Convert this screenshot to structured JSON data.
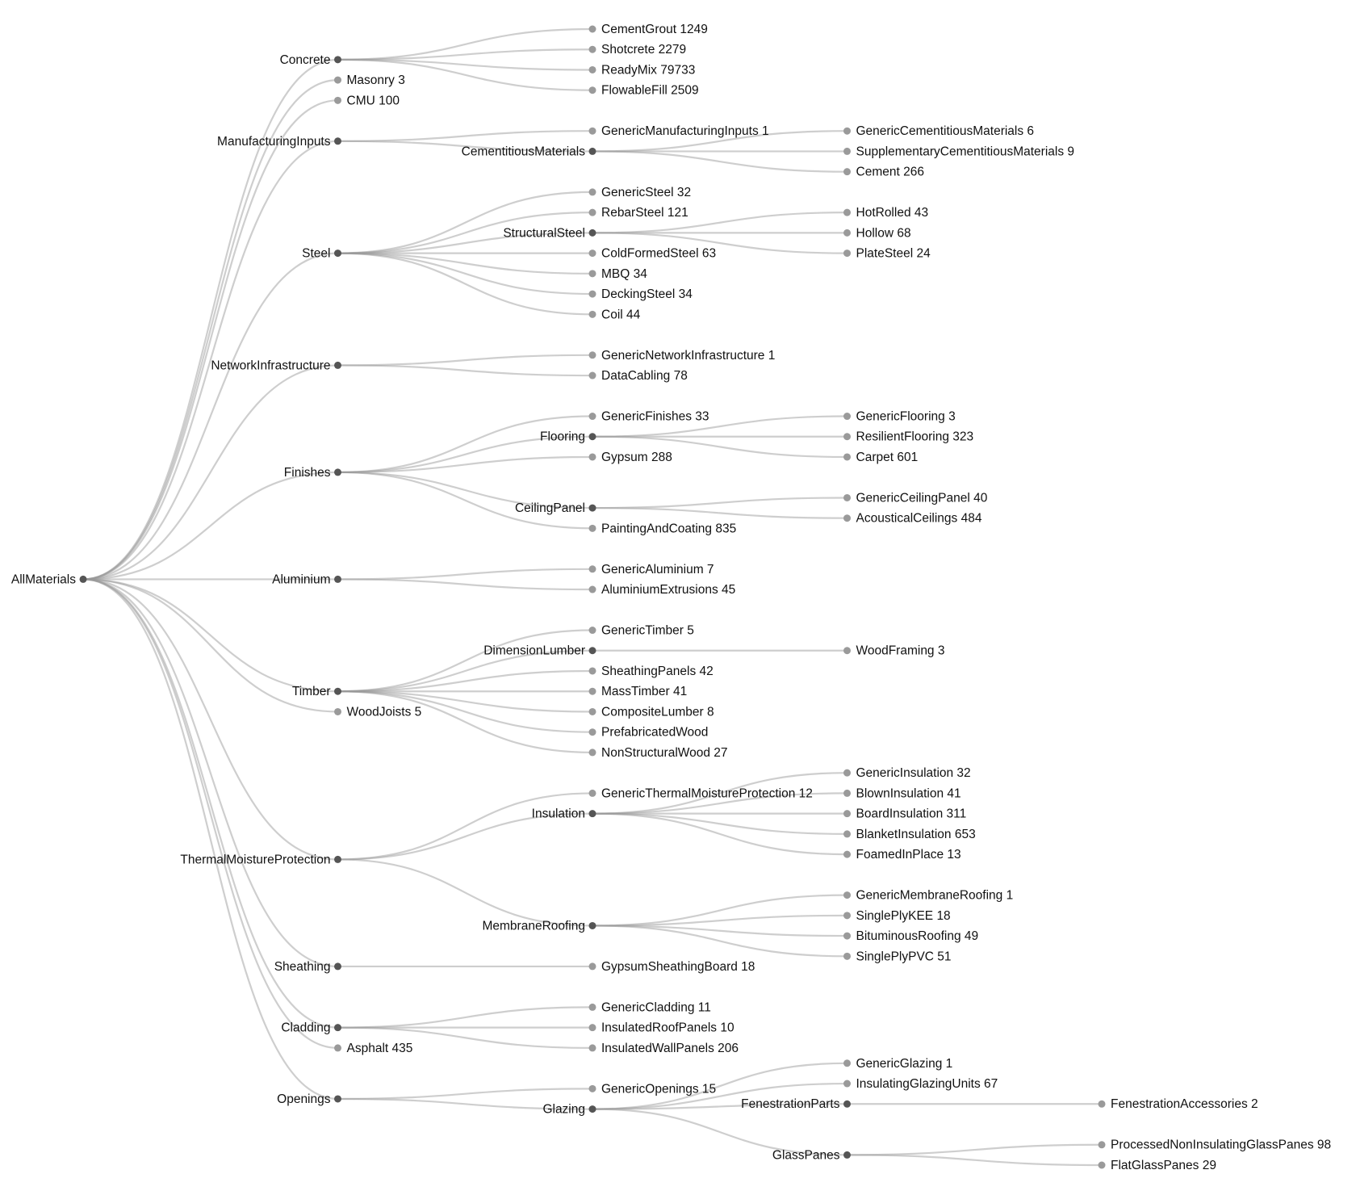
{
  "diagram": {
    "kind": "tidy-tree",
    "orientation": "horizontal",
    "root_label": "AllMaterials"
  },
  "style": {
    "background": "#ffffff",
    "link_color": "#999999",
    "link_opacity": 0.48,
    "link_width": 2.2,
    "internal_dot_color": "#555555",
    "leaf_dot_color": "#9a9a9a",
    "dot_radius": 4.5,
    "label_color": "#111111"
  },
  "tree": {
    "name": "AllMaterials",
    "children": [
      {
        "name": "Concrete",
        "children": [
          {
            "name": "CementGrout",
            "value": 1249
          },
          {
            "name": "Shotcrete",
            "value": 2279
          },
          {
            "name": "ReadyMix",
            "value": 79733
          },
          {
            "name": "FlowableFill",
            "value": 2509
          }
        ]
      },
      {
        "name": "Masonry",
        "value": 3
      },
      {
        "name": "CMU",
        "value": 100
      },
      {
        "name": "ManufacturingInputs",
        "children": [
          {
            "name": "GenericManufacturingInputs",
            "value": 1
          },
          {
            "name": "CementitiousMaterials",
            "children": [
              {
                "name": "GenericCementitiousMaterials",
                "value": 6
              },
              {
                "name": "SupplementaryCementitiousMaterials",
                "value": 9
              },
              {
                "name": "Cement",
                "value": 266
              }
            ]
          }
        ]
      },
      {
        "name": "Steel",
        "children": [
          {
            "name": "GenericSteel",
            "value": 32
          },
          {
            "name": "RebarSteel",
            "value": 121
          },
          {
            "name": "StructuralSteel",
            "children": [
              {
                "name": "HotRolled",
                "value": 43
              },
              {
                "name": "Hollow",
                "value": 68
              },
              {
                "name": "PlateSteel",
                "value": 24
              }
            ]
          },
          {
            "name": "ColdFormedSteel",
            "value": 63
          },
          {
            "name": "MBQ",
            "value": 34
          },
          {
            "name": "DeckingSteel",
            "value": 34
          },
          {
            "name": "Coil",
            "value": 44
          }
        ]
      },
      {
        "name": "NetworkInfrastructure",
        "children": [
          {
            "name": "GenericNetworkInfrastructure",
            "value": 1
          },
          {
            "name": "DataCabling",
            "value": 78
          }
        ]
      },
      {
        "name": "Finishes",
        "children": [
          {
            "name": "GenericFinishes",
            "value": 33
          },
          {
            "name": "Flooring",
            "children": [
              {
                "name": "GenericFlooring",
                "value": 3
              },
              {
                "name": "ResilientFlooring",
                "value": 323
              },
              {
                "name": "Carpet",
                "value": 601
              }
            ]
          },
          {
            "name": "Gypsum",
            "value": 288
          },
          {
            "name": "CeilingPanel",
            "children": [
              {
                "name": "GenericCeilingPanel",
                "value": 40
              },
              {
                "name": "AcousticalCeilings",
                "value": 484
              }
            ]
          },
          {
            "name": "PaintingAndCoating",
            "value": 835
          }
        ]
      },
      {
        "name": "Aluminium",
        "children": [
          {
            "name": "GenericAluminium",
            "value": 7
          },
          {
            "name": "AluminiumExtrusions",
            "value": 45
          }
        ]
      },
      {
        "name": "Timber",
        "children": [
          {
            "name": "GenericTimber",
            "value": 5
          },
          {
            "name": "DimensionLumber",
            "children": [
              {
                "name": "WoodFraming",
                "value": 3
              }
            ]
          },
          {
            "name": "SheathingPanels",
            "value": 42
          },
          {
            "name": "MassTimber",
            "value": 41
          },
          {
            "name": "CompositeLumber",
            "value": 8
          },
          {
            "name": "PrefabricatedWood"
          },
          {
            "name": "NonStructuralWood",
            "value": 27
          }
        ]
      },
      {
        "name": "WoodJoists",
        "value": 5
      },
      {
        "name": "ThermalMoistureProtection",
        "children": [
          {
            "name": "GenericThermalMoistureProtection",
            "value": 12
          },
          {
            "name": "Insulation",
            "children": [
              {
                "name": "GenericInsulation",
                "value": 32
              },
              {
                "name": "BlownInsulation",
                "value": 41
              },
              {
                "name": "BoardInsulation",
                "value": 311
              },
              {
                "name": "BlanketInsulation",
                "value": 653
              },
              {
                "name": "FoamedInPlace",
                "value": 13
              }
            ]
          },
          {
            "name": "MembraneRoofing",
            "children": [
              {
                "name": "GenericMembraneRoofing",
                "value": 1
              },
              {
                "name": "SinglePlyKEE",
                "value": 18
              },
              {
                "name": "BituminousRoofing",
                "value": 49
              },
              {
                "name": "SinglePlyPVC",
                "value": 51
              }
            ]
          }
        ]
      },
      {
        "name": "Sheathing",
        "children": [
          {
            "name": "GypsumSheathingBoard",
            "value": 18
          }
        ]
      },
      {
        "name": "Cladding",
        "children": [
          {
            "name": "GenericCladding",
            "value": 11
          },
          {
            "name": "InsulatedRoofPanels",
            "value": 10
          },
          {
            "name": "InsulatedWallPanels",
            "value": 206
          }
        ]
      },
      {
        "name": "Asphalt",
        "value": 435
      },
      {
        "name": "Openings",
        "children": [
          {
            "name": "GenericOpenings",
            "value": 15
          },
          {
            "name": "Glazing",
            "children": [
              {
                "name": "GenericGlazing",
                "value": 1
              },
              {
                "name": "InsulatingGlazingUnits",
                "value": 67
              },
              {
                "name": "FenestrationParts",
                "children": [
                  {
                    "name": "FenestrationAccessories",
                    "value": 2
                  }
                ]
              },
              {
                "name": "GlassPanes",
                "children": [
                  {
                    "name": "ProcessedNonInsulatingGlassPanes",
                    "value": 98
                  },
                  {
                    "name": "FlatGlassPanes",
                    "value": 29
                  }
                ]
              }
            ]
          }
        ]
      }
    ]
  }
}
